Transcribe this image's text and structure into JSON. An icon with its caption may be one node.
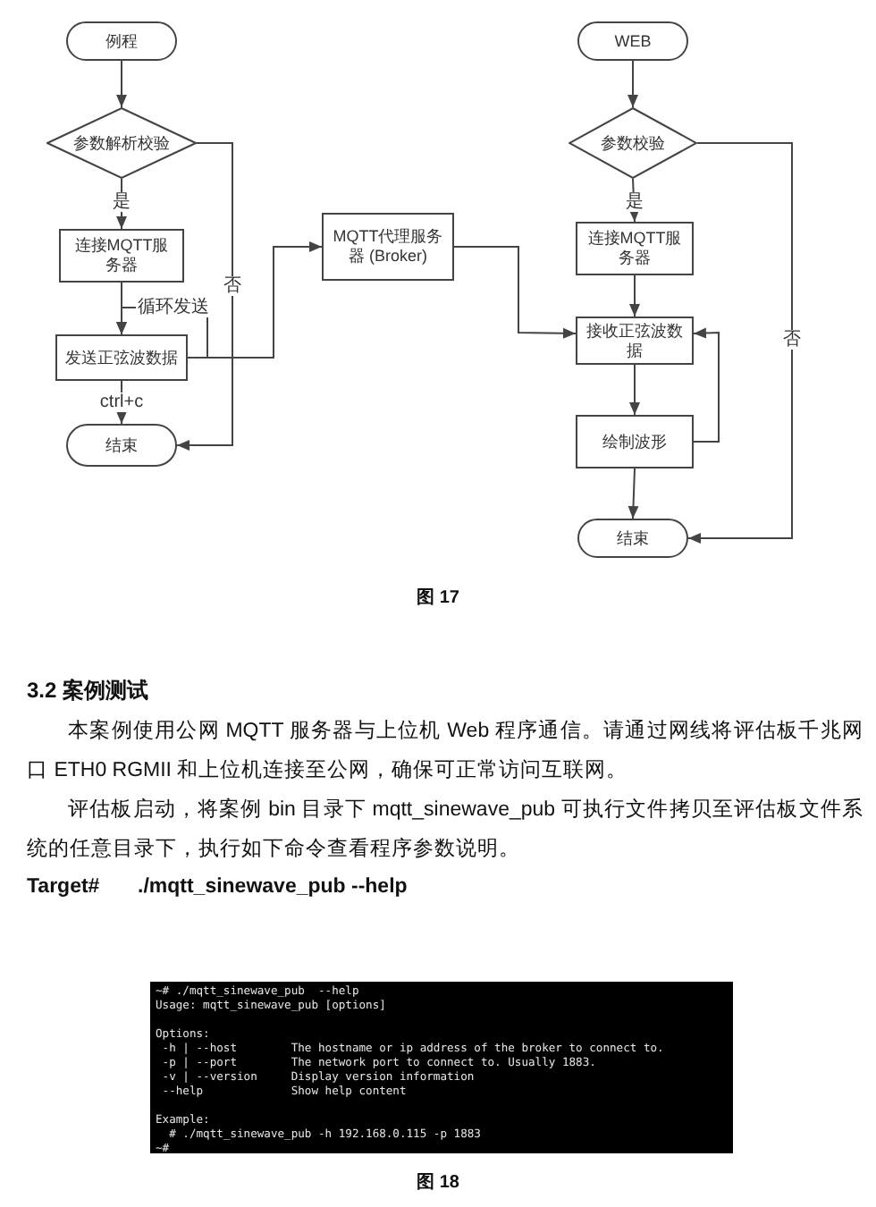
{
  "diagram": {
    "nodes": [
      {
        "text": [
          "例程"
        ]
      },
      {
        "text": [
          "参数解析校验"
        ]
      },
      {
        "text": [
          "连接MQTT服务器"
        ]
      },
      {
        "text": [
          "发送正弦波数据"
        ]
      },
      {
        "text": [
          "结束"
        ]
      },
      {
        "text": [
          "MQTT代理服务器 (Broker)"
        ]
      },
      {
        "text": [
          "WEB"
        ]
      },
      {
        "text": [
          "参数校验"
        ]
      },
      {
        "text": [
          "连接MQTT服务器"
        ]
      },
      {
        "text": [
          "接收正弦波数据"
        ]
      },
      {
        "text": [
          "绘制波形"
        ]
      },
      {
        "text": [
          "结束"
        ]
      }
    ],
    "edges": [
      {
        "from": 0,
        "to": 1,
        "arrow": "to"
      },
      {
        "from": 1,
        "to": 2,
        "arrow": "to",
        "label": "是"
      },
      {
        "from": 2,
        "to": 3,
        "arrow": "to"
      },
      {
        "from": 3,
        "to": 4,
        "arrow": "to",
        "label": "ctrl+c"
      },
      {
        "from": 1,
        "to": 4,
        "arrow": "to",
        "label": "否"
      },
      {
        "from": 3,
        "to": 3,
        "arrow": "to",
        "label": "循环发送"
      },
      {
        "from": 3,
        "to": 5,
        "arrow": "to"
      },
      {
        "from": 5,
        "to": 9,
        "arrow": "to"
      },
      {
        "from": 6,
        "to": 7,
        "arrow": "to"
      },
      {
        "from": 7,
        "to": 8,
        "arrow": "to",
        "label": "是"
      },
      {
        "from": 8,
        "to": 9,
        "arrow": "to"
      },
      {
        "from": 9,
        "to": 10,
        "arrow": "to"
      },
      {
        "from": 10,
        "to": 9,
        "arrow": "to"
      },
      {
        "from": 10,
        "to": 11,
        "arrow": "to"
      },
      {
        "from": 7,
        "to": 11,
        "arrow": "to",
        "label": "否"
      }
    ],
    "labels": [
      "图 17",
      "3.2 案例测试",
      "本案例使用公网 MQTT 服务器与上位机 Web 程序通信。请通过网线将评估板千兆网口 ETH0 RGMII 和上位机连接至公网，确保可正常访问互联网。",
      "评估板启动，将案例 bin 目录下 mqtt_sinewave_pub 可执行文件拷贝至评估板文件系统的任意目录下，执行如下命令查看程序参数说明。",
      "Target#",
      "./mqtt_sinewave_pub --help",
      "~# ./mqtt_sinewave_pub  --help",
      "Usage: mqtt_sinewave_pub [options]",
      "Options:",
      " -h | --host        The hostname or ip address of the broker to connect to.",
      " -p | --port        The network port to connect to. Usually 1883.",
      " -v | --version     Display version information",
      " --help             Show help content",
      "Example:",
      "  # ./mqtt_sinewave_pub -h 192.168.0.115 -p 1883",
      "~#",
      "图 18"
    ]
  }
}
